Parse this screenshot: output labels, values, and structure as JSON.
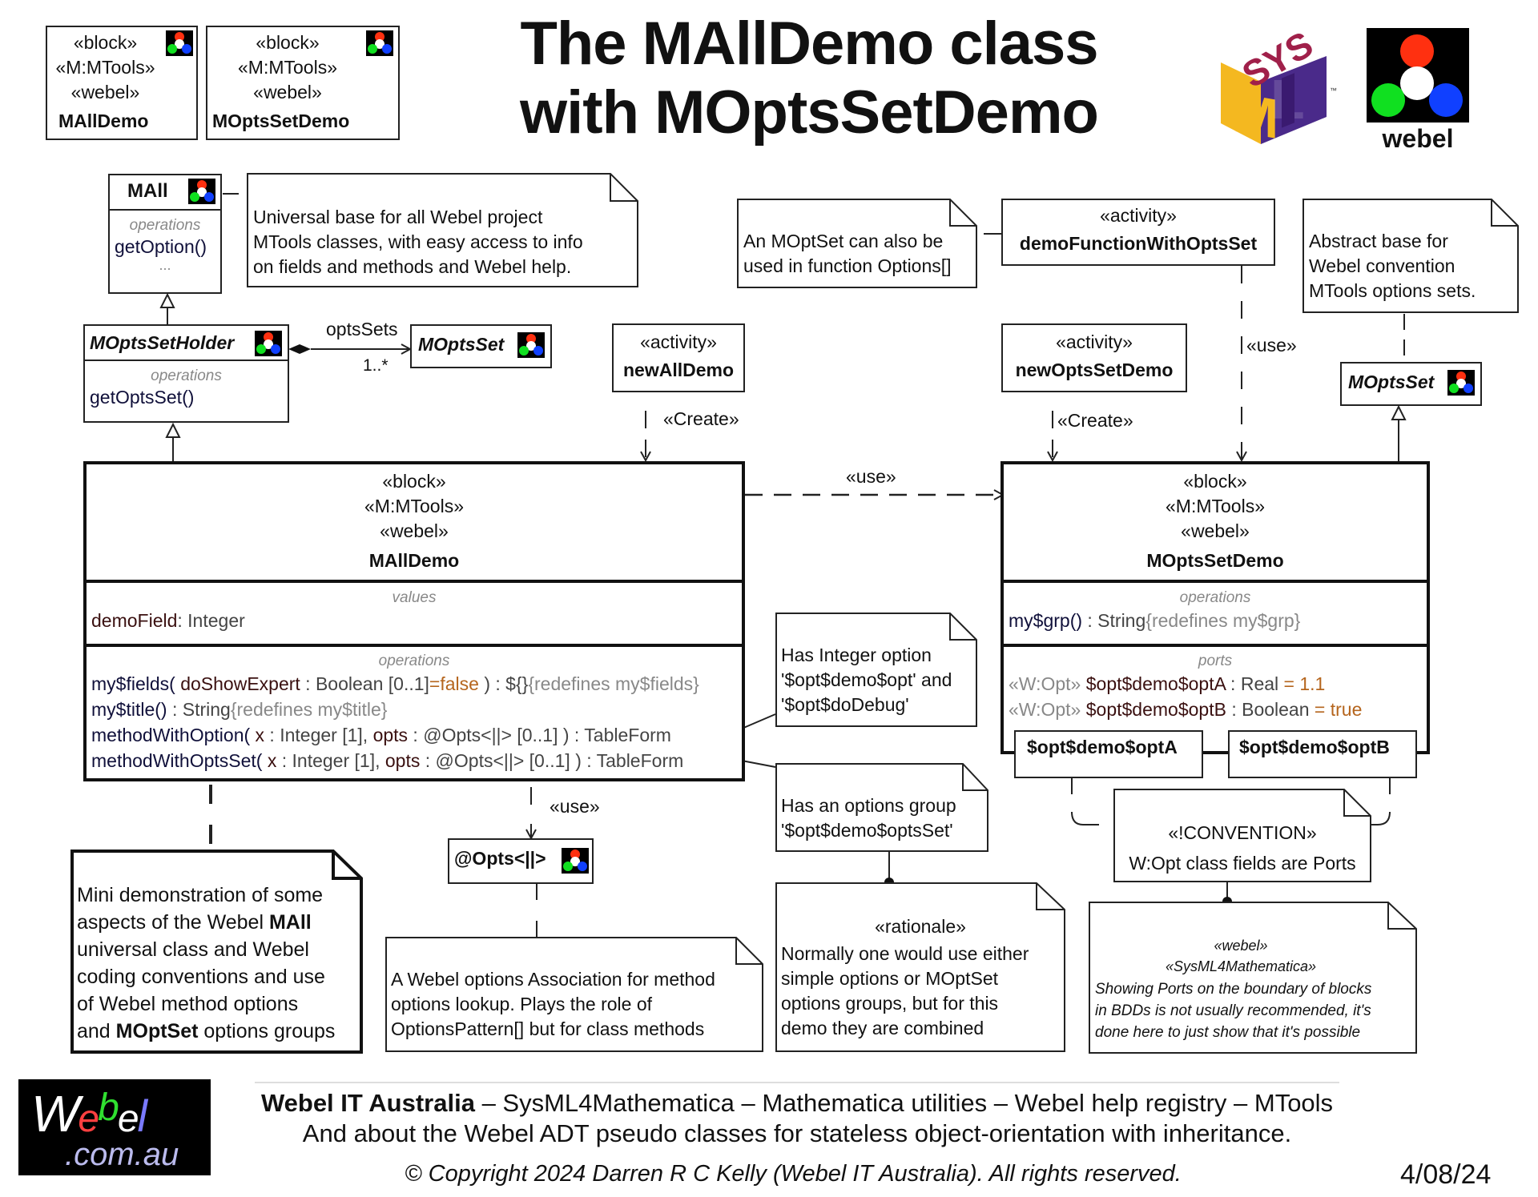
{
  "title": {
    "line1": "The MAllDemo class",
    "line2": "with MOptsSetDemo"
  },
  "header_blocks": [
    {
      "stereotypes": [
        "«block»",
        "«M:MTools»",
        "«webel»"
      ],
      "name": "MAllDemo"
    },
    {
      "stereotypes": [
        "«block»",
        "«M:MTools»",
        "«webel»"
      ],
      "name": "MOptsSetDemo"
    }
  ],
  "logos": {
    "sysml": "SysML",
    "tm": "™",
    "webel_label": "webel",
    "webel_site_main": "Webel",
    "webel_site_domain": ".com.au"
  },
  "mall": {
    "name": "MAll",
    "section": "operations",
    "ops": [
      "getOption()",
      "..."
    ]
  },
  "mall_note": {
    "lines": [
      "Universal base for all Webel project",
      "MTools classes, with easy access to info",
      "on fields and methods and Webel help."
    ]
  },
  "holder": {
    "name": "MOptsSetHolder",
    "section": "operations",
    "ops": [
      "getOptsSet()"
    ]
  },
  "assoc": {
    "role": "optsSets",
    "multiplicity": "1..*"
  },
  "moptsset_left": {
    "name": "MOptsSet"
  },
  "moptsset_right": {
    "name": "MOptsSet"
  },
  "new_all_demo": {
    "stereotype": "«activity»",
    "name": "newAllDemo",
    "edge": "«Create»"
  },
  "new_opts_demo": {
    "stereotype": "«activity»",
    "name": "newOptsSetDemo",
    "edge": "«Create»"
  },
  "demo_fn": {
    "stereotype": "«activity»",
    "name": "demoFunctionWithOptsSet",
    "edge": "«use»"
  },
  "fn_note": {
    "lines": [
      "An MOptSet can also be",
      "used in function Options[]"
    ]
  },
  "abstract_note": {
    "lines": [
      "Abstract base for",
      "Webel convention",
      "MTools options sets."
    ]
  },
  "use_edge": "«use»",
  "malldemo": {
    "stereotypes": [
      "«block»",
      "«M:MTools»",
      "«webel»"
    ],
    "name": "MAllDemo",
    "values_label": "values",
    "values": [
      {
        "name": "demoField",
        "type": ": Integer"
      }
    ],
    "ops_label": "operations",
    "ops": [
      {
        "name": "my$fields(",
        "param": " doShowExpert",
        "type": " : Boolean [0..1]",
        "def": "=false",
        "ret": " ) : ${}",
        "extra": "{redefines my$fields}"
      },
      {
        "name": "my$title()",
        "param": "",
        "type": " : String",
        "def": "",
        "ret": "",
        "extra": "{redefines my$title}"
      },
      {
        "name": "methodWithOption(",
        "param": " x",
        "type": " : Integer [1], ",
        "def": "opts",
        "ret": " : @Opts<||> [0..1] ) : TableForm",
        "extra": ""
      },
      {
        "name": "methodWithOptsSet(",
        "param": " x",
        "type": " : Integer [1], ",
        "def": "opts",
        "ret": " : @Opts<||> [0..1] ) : TableForm",
        "extra": ""
      }
    ]
  },
  "moptssetdemo": {
    "stereotypes": [
      "«block»",
      "«M:MTools»",
      "«webel»"
    ],
    "name": "MOptsSetDemo",
    "ops_label": "operations",
    "ops": [
      {
        "name": "my$grp()",
        "type": " : String",
        "extra": "{redefines my$grp}"
      }
    ],
    "ports_label": "ports",
    "ports": [
      {
        "stereo": "«W:Opt» ",
        "name": "$opt$demo$optA",
        "type": " : Real",
        "def": " = 1.1"
      },
      {
        "stereo": "«W:Opt» ",
        "name": "$opt$demo$optB",
        "type": " : Boolean",
        "def": " = true"
      }
    ],
    "port_boxes": [
      "$opt$demo$optA",
      "$opt$demo$optB"
    ]
  },
  "opts_block": {
    "name": "@Opts<||>",
    "edge": "«use»"
  },
  "int_note": {
    "lines": [
      "Has Integer option",
      "'$opt$demo$opt' and",
      "'$opt$doDebug'"
    ]
  },
  "group_note": {
    "lines": [
      "Has an options group",
      "'$opt$demo$optsSet'"
    ]
  },
  "rationale_note": {
    "stereotype": "«rationale»",
    "lines": [
      "Normally one would use either",
      "simple options or MOptSet",
      "options groups, but for this",
      "demo they are combined"
    ]
  },
  "convention_note": {
    "stereotype": "«!CONVENTION»",
    "text": "W:Opt class fields are Ports"
  },
  "ports_note": {
    "stereotypes": [
      "«webel»",
      "«SysML4Mathematica»"
    ],
    "lines": [
      "Showing Ports on the boundary of blocks",
      "in BDDs is not usually recommended, it's",
      "done here to just show that it's possible"
    ]
  },
  "mini_note": {
    "l1": "Mini demonstration of some",
    "l2a": "aspects of the Webel ",
    "l2b": "MAll",
    "l3": "universal class and Webel",
    "l4": "coding conventions and use",
    "l5": "of Webel method options",
    "l6a": "and ",
    "l6b": "MOptSet",
    "l6c": " options groups"
  },
  "assoc_note": {
    "lines": [
      "A Webel options Association for method",
      "options lookup. Plays the role of",
      "OptionsPattern[] but for class methods"
    ]
  },
  "footer": {
    "company": "Webel IT Australia",
    "line1_rest": "  – SysML4Mathematica – Mathematica utilities – Webel help registry – MTools",
    "line2": "And about the Webel ADT pseudo classes for stateless object-orientation with inheritance.",
    "copyright": "© Copyright 2024 Darren R C Kelly (Webel IT Australia). All rights reserved.",
    "date": "4/08/24"
  },
  "colors": {
    "logo_red": "#ff3010",
    "logo_green": "#10e020",
    "logo_blue": "#1040ff",
    "sysml_maroon": "#a0204a",
    "sysml_yellow": "#f4b820",
    "sysml_purple": "#4a2a8a",
    "value_orange": "#b5651d",
    "gray_text": "#888888"
  }
}
